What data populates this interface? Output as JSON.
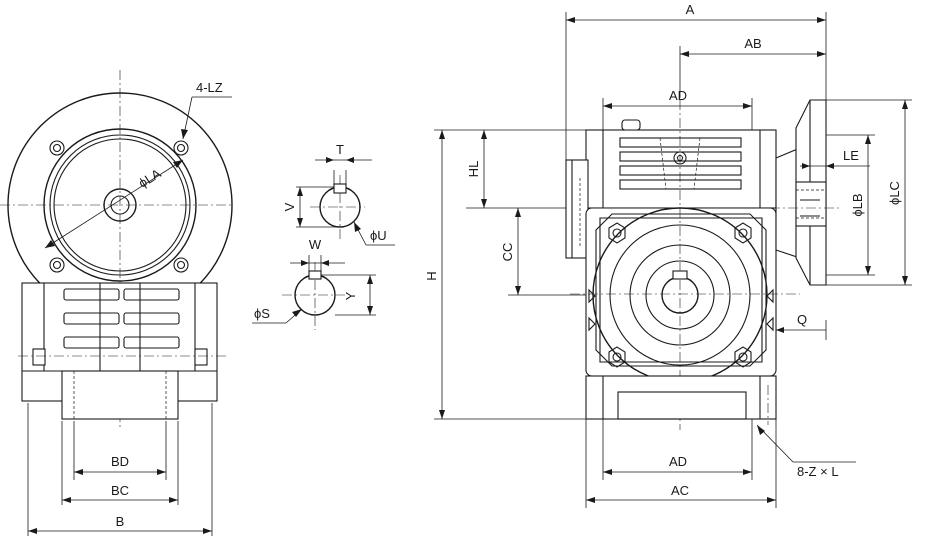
{
  "diagram": {
    "dimension_labels": {
      "A": "A",
      "AB": "AB",
      "AD_top": "AD",
      "AD_bottom": "AD",
      "AC": "AC",
      "HL": "HL",
      "CC": "CC",
      "H": "H",
      "LE": "LE",
      "LB": "ϕLB",
      "LC": "ϕLC",
      "Q": "Q",
      "mount": "8-Z × L",
      "LZ": "4-LZ",
      "LA": "ϕLA",
      "BD": "BD",
      "BC": "BC",
      "B": "B",
      "T": "T",
      "V": "V",
      "U": "ϕU",
      "W": "W",
      "Y": "Y",
      "S": "ϕS"
    }
  }
}
